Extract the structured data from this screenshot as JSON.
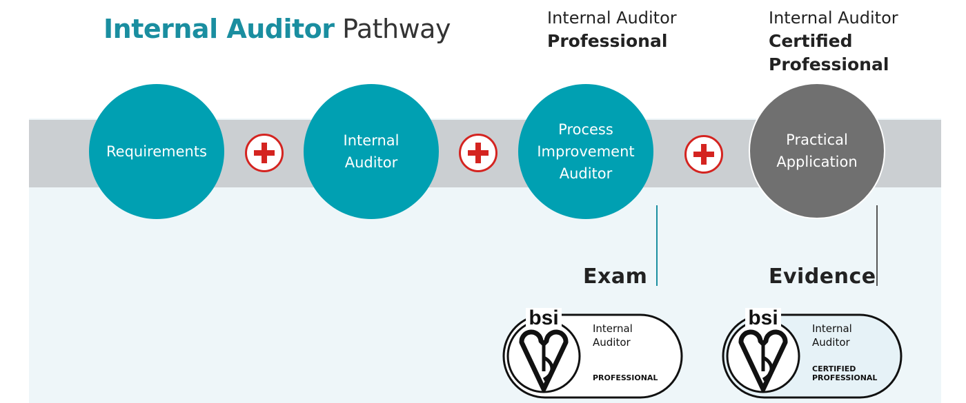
{
  "title": {
    "bold": "Internal Auditor",
    "regular": "Pathway"
  },
  "headers": [
    {
      "line1": "Internal Auditor",
      "line2": "Professional"
    },
    {
      "line1": "Internal Auditor",
      "line2": "Certified",
      "line3": "Professional"
    }
  ],
  "steps": [
    {
      "lines": [
        "Requirements"
      ],
      "color": "#00a0b2"
    },
    {
      "lines": [
        "Internal",
        "Auditor"
      ],
      "color": "#00a0b2"
    },
    {
      "lines": [
        "Process",
        "Improvement",
        "Auditor"
      ],
      "color": "#00a0b2"
    },
    {
      "lines": [
        "Practical",
        "Application"
      ],
      "color": "#707070"
    }
  ],
  "connectors": {
    "symbol": "plus-icon",
    "color": "#d42420"
  },
  "labels": {
    "exam": "Exam",
    "evidence": "Evidence"
  },
  "badges": [
    {
      "brand": "bsi",
      "line1": "Internal",
      "line2": "Auditor",
      "level1": "PROFESSIONAL",
      "level2": ""
    },
    {
      "brand": "bsi",
      "line1": "Internal",
      "line2": "Auditor",
      "level1": "CERTIFIED",
      "level2": "PROFESSIONAL"
    }
  ],
  "colors": {
    "teal": "#00a0b2",
    "title_teal": "#1a8ea0",
    "grey": "#707070",
    "band": "#cbcfd2",
    "panel": "#eef6f9",
    "red": "#d42420"
  }
}
